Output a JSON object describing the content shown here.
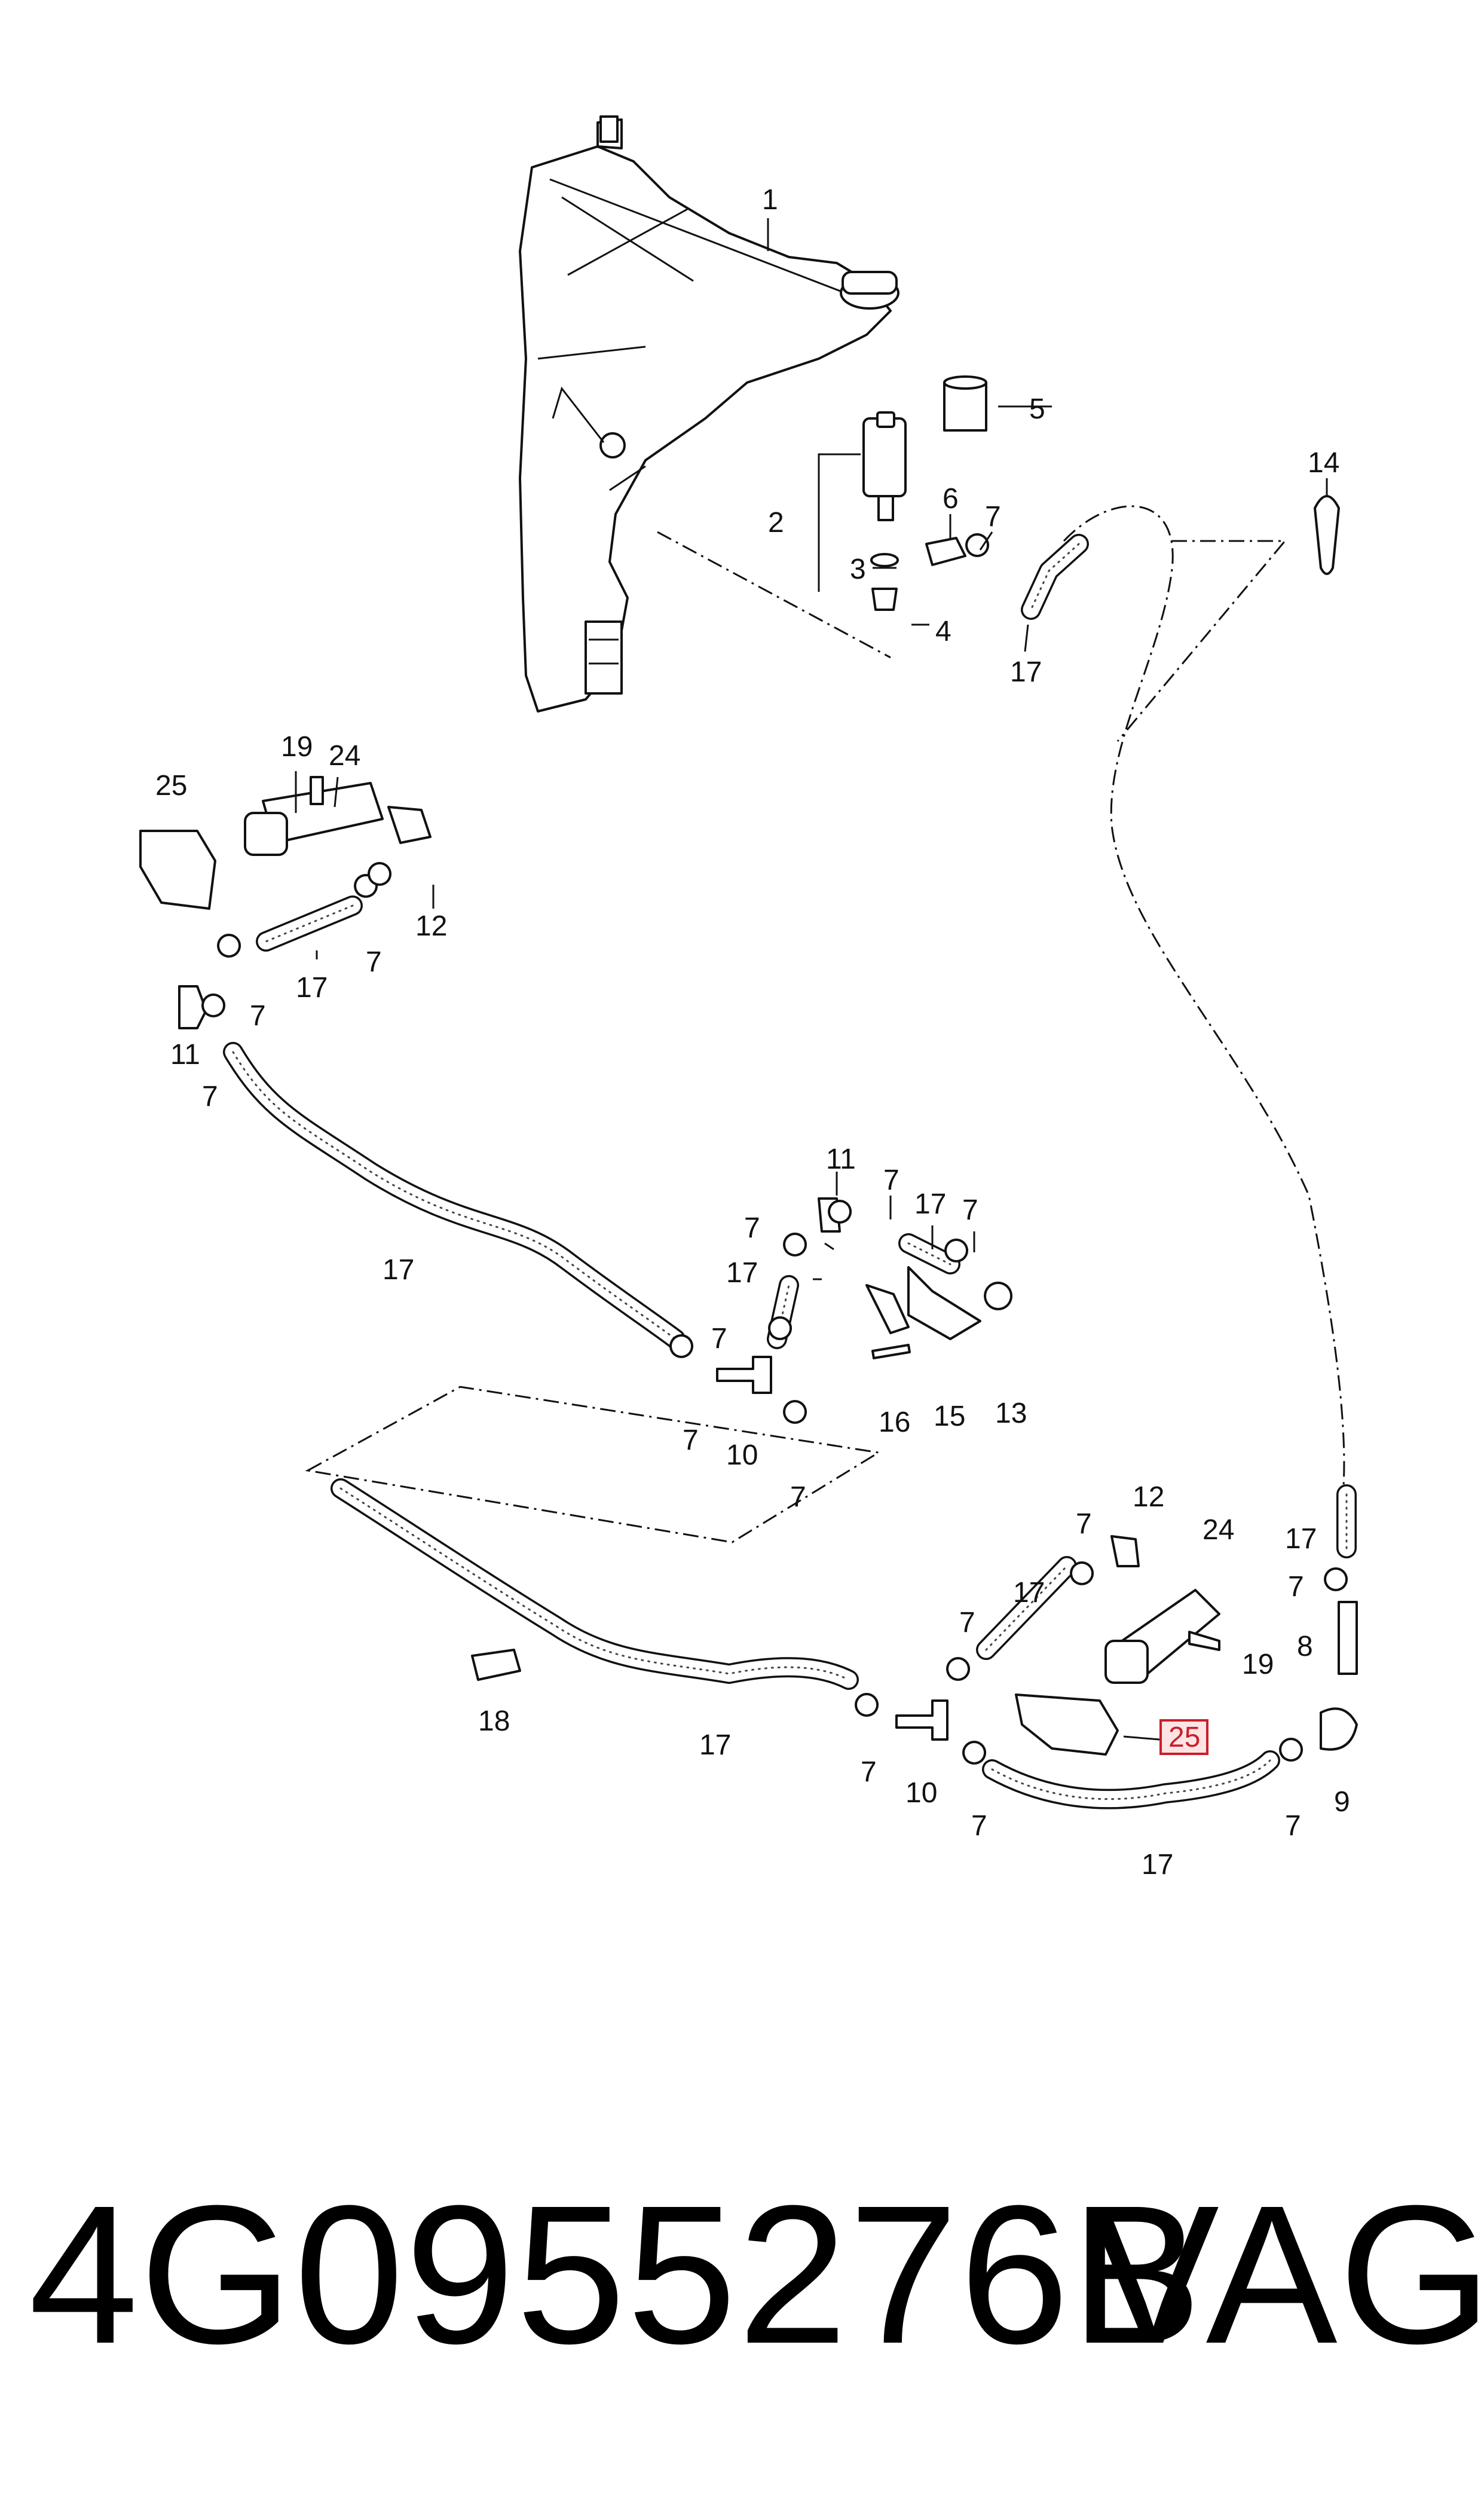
{
  "part_number": "4G0955276B",
  "brand": "VAG",
  "highlighted_callout": "25",
  "highlight_color": "#c8202a",
  "callouts": [
    {
      "id": "c1",
      "text": "1"
    },
    {
      "id": "c2",
      "text": "2"
    },
    {
      "id": "c3",
      "text": "3"
    },
    {
      "id": "c4",
      "text": "4"
    },
    {
      "id": "c5",
      "text": "5"
    },
    {
      "id": "c6",
      "text": "6"
    },
    {
      "id": "c7a",
      "text": "7"
    },
    {
      "id": "c14",
      "text": "14"
    },
    {
      "id": "c17a",
      "text": "17"
    },
    {
      "id": "c19a",
      "text": "19"
    },
    {
      "id": "c24a",
      "text": "24"
    },
    {
      "id": "c25a",
      "text": "25"
    },
    {
      "id": "c12a",
      "text": "12"
    },
    {
      "id": "c7b",
      "text": "7"
    },
    {
      "id": "c17b",
      "text": "17"
    },
    {
      "id": "c7c",
      "text": "7"
    },
    {
      "id": "c11a",
      "text": "11"
    },
    {
      "id": "c7d",
      "text": "7"
    },
    {
      "id": "c17c",
      "text": "17"
    },
    {
      "id": "c11b",
      "text": "11"
    },
    {
      "id": "c7e",
      "text": "7"
    },
    {
      "id": "c17d",
      "text": "17"
    },
    {
      "id": "c7f",
      "text": "7"
    },
    {
      "id": "c7g",
      "text": "7"
    },
    {
      "id": "c17e",
      "text": "17"
    },
    {
      "id": "c7h",
      "text": "7"
    },
    {
      "id": "c7i",
      "text": "7"
    },
    {
      "id": "c10a",
      "text": "10"
    },
    {
      "id": "c7j",
      "text": "7"
    },
    {
      "id": "c16",
      "text": "16"
    },
    {
      "id": "c15",
      "text": "15"
    },
    {
      "id": "c13",
      "text": "13"
    },
    {
      "id": "c7k",
      "text": "7"
    },
    {
      "id": "c12b",
      "text": "12"
    },
    {
      "id": "c24b",
      "text": "24"
    },
    {
      "id": "c17f",
      "text": "17"
    },
    {
      "id": "c17g",
      "text": "17"
    },
    {
      "id": "c7l",
      "text": "7"
    },
    {
      "id": "c7m",
      "text": "7"
    },
    {
      "id": "c8",
      "text": "8"
    },
    {
      "id": "c19b",
      "text": "19"
    },
    {
      "id": "c18",
      "text": "18"
    },
    {
      "id": "c17h",
      "text": "17"
    },
    {
      "id": "c7n",
      "text": "7"
    },
    {
      "id": "c10b",
      "text": "10"
    },
    {
      "id": "c7o",
      "text": "7"
    },
    {
      "id": "c17i",
      "text": "17"
    },
    {
      "id": "c7p",
      "text": "7"
    },
    {
      "id": "c9",
      "text": "9"
    }
  ]
}
